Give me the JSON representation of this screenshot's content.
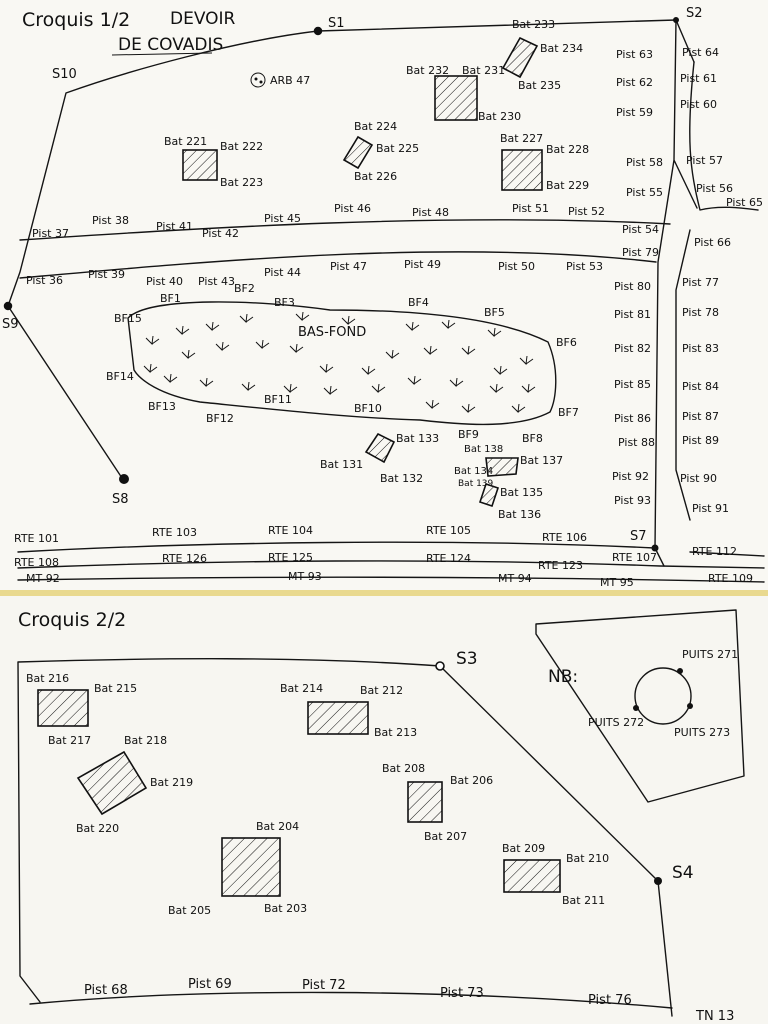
{
  "sheet1": {
    "title": "Croquis 1/2",
    "heading_line1": "DEVOIR",
    "heading_line2": "DE COVADIS",
    "stations": {
      "s1": "S1",
      "s2": "S2",
      "s7": "S7",
      "s8": "S8",
      "s9": "S9",
      "s10": "S10"
    },
    "tree": "ARB 47",
    "bas_fond": "BAS-FOND",
    "bf_labels": [
      "BF1",
      "BF2",
      "BF3",
      "BF4",
      "BF5",
      "BF6",
      "BF7",
      "BF8",
      "BF9",
      "BF10",
      "BF11",
      "BF12",
      "BF13",
      "BF14",
      "BF15"
    ],
    "buildings": [
      "Bat 221",
      "Bat 222",
      "Bat 223",
      "Bat 224",
      "Bat 225",
      "Bat 226",
      "Bat 227",
      "Bat 228",
      "Bat 229",
      "Bat 230",
      "Bat 231",
      "Bat 232",
      "Bat 233",
      "Bat 234",
      "Bat 235",
      "Bat 131",
      "Bat 132",
      "Bat 133",
      "Bat 134",
      "Bat 135",
      "Bat 136",
      "Bat 137",
      "Bat 138",
      "Bat 139"
    ],
    "pistes_top": [
      "Pist 37",
      "Pist 38",
      "Pist 41",
      "Pist 42",
      "Pist 45",
      "Pist 46",
      "Pist 48",
      "Pist 51",
      "Pist 52",
      "Pist 54"
    ],
    "pistes_mid": [
      "Pist 36",
      "Pist 39",
      "Pist 40",
      "Pist 43",
      "Pist 44",
      "Pist 47",
      "Pist 49",
      "Pist 50",
      "Pist 53"
    ],
    "pistes_right_left": [
      "Pist 63",
      "Pist 62",
      "Pist 59",
      "Pist 58",
      "Pist 55",
      "Pist 79",
      "Pist 80",
      "Pist 81",
      "Pist 82",
      "Pist 85",
      "Pist 86",
      "Pist 88",
      "Pist 92",
      "Pist 93"
    ],
    "pistes_right_right": [
      "Pist 64",
      "Pist 61",
      "Pist 60",
      "Pist 57",
      "Pist 56",
      "Pist 65",
      "Pist 66",
      "Pist 77",
      "Pist 78",
      "Pist 83",
      "Pist 84",
      "Pist 87",
      "Pist 89",
      "Pist 90",
      "Pist 91"
    ],
    "roads": [
      "RTE 101",
      "RTE 103",
      "RTE 104",
      "RTE 105",
      "RTE 106",
      "RTE 107",
      "RTE 108",
      "RTE 126",
      "RTE 125",
      "RTE 124",
      "RTE 123",
      "RTE 112",
      "MT 92",
      "MT 93",
      "MT 94",
      "MT 95",
      "RTE 109"
    ]
  },
  "sheet2": {
    "title": "Croquis 2/2",
    "stations": {
      "s3": "S3",
      "s4": "S4"
    },
    "buildings": [
      "Bat 216",
      "Bat 215",
      "Bat 217",
      "Bat 218",
      "Bat 219",
      "Bat 220",
      "Bat 214",
      "Bat 212",
      "Bat 213",
      "Bat 208",
      "Bat 206",
      "Bat 207",
      "Bat 204",
      "Bat 205",
      "Bat 203",
      "Bat 209",
      "Bat 210",
      "Bat 211"
    ],
    "nb": "NB:",
    "puits": [
      "PUITS 271",
      "PUITS 272",
      "PUITS 273"
    ],
    "pistes": [
      "Pist 68",
      "Pist 69",
      "Pist 72",
      "Pist 73",
      "Pist 76"
    ],
    "tn": "TN 13"
  }
}
